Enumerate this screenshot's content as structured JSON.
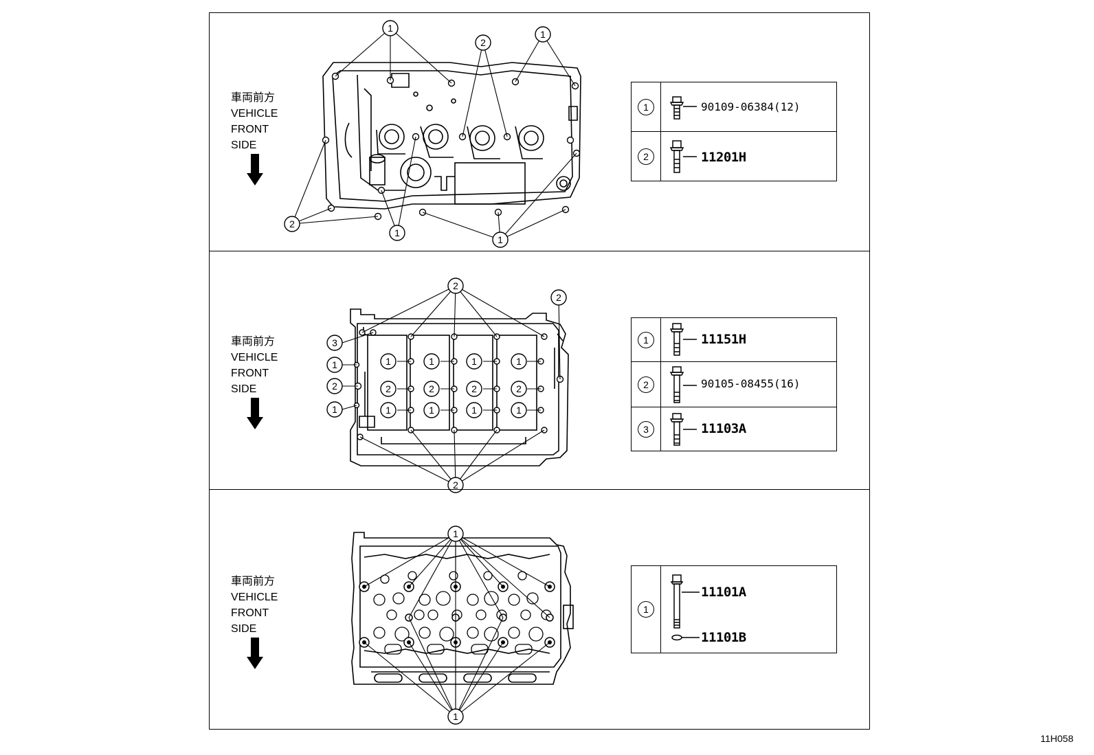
{
  "front_label": {
    "jp": "車両前方",
    "line1": "VEHICLE",
    "line2": "FRONT",
    "line3": "SIDE"
  },
  "panels": [
    {
      "legend": [
        {
          "num": "1",
          "code": "90109-06384(12)"
        },
        {
          "num": "2",
          "code": "11201H"
        }
      ],
      "callouts": [
        "1",
        "2",
        "1",
        "2",
        "1",
        "1"
      ]
    },
    {
      "legend": [
        {
          "num": "1",
          "code": "11151H"
        },
        {
          "num": "2",
          "code": "90105-08455(16)"
        },
        {
          "num": "3",
          "code": "11103A"
        }
      ],
      "callouts": [
        "2",
        "2",
        "3",
        "1",
        "2",
        "1",
        "2",
        "1",
        "1",
        "1",
        "1",
        "2",
        "2",
        "2",
        "2",
        "1",
        "1",
        "1",
        "1"
      ]
    },
    {
      "legend": [
        {
          "num": "1",
          "code": "11101A"
        },
        {
          "num": "",
          "code": "11101B"
        }
      ],
      "callouts": [
        "1",
        "1"
      ]
    }
  ],
  "figure_code": "11H058"
}
